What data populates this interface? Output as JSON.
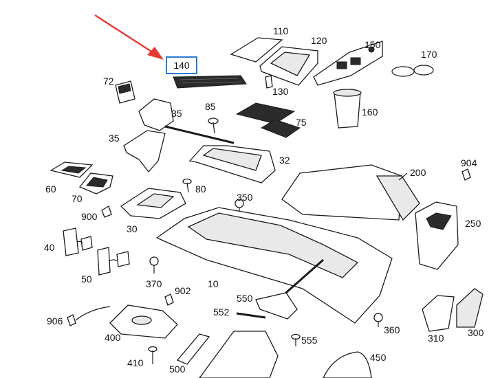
{
  "highlight": {
    "label": "140",
    "border_color": "#2a7ad6",
    "arrow_color": "#e53935"
  },
  "labels": {
    "p10": "10",
    "p30": "30",
    "p32": "32",
    "p35a": "35",
    "p35b": "35",
    "p40": "40",
    "p50": "50",
    "p60": "60",
    "p70": "70",
    "p72": "72",
    "p75": "75",
    "p80": "80",
    "p85": "85",
    "p110": "110",
    "p120": "120",
    "p130": "130",
    "p150": "150",
    "p160": "160",
    "p170": "170",
    "p200": "200",
    "p250": "250",
    "p300": "300",
    "p310": "310",
    "p350": "350",
    "p360": "360",
    "p370": "370",
    "p400": "400",
    "p410": "410",
    "p450": "450",
    "p500": "500",
    "p550": "550",
    "p552": "552",
    "p555": "555",
    "p900": "900",
    "p902": "902",
    "p904": "904",
    "p906": "906"
  }
}
